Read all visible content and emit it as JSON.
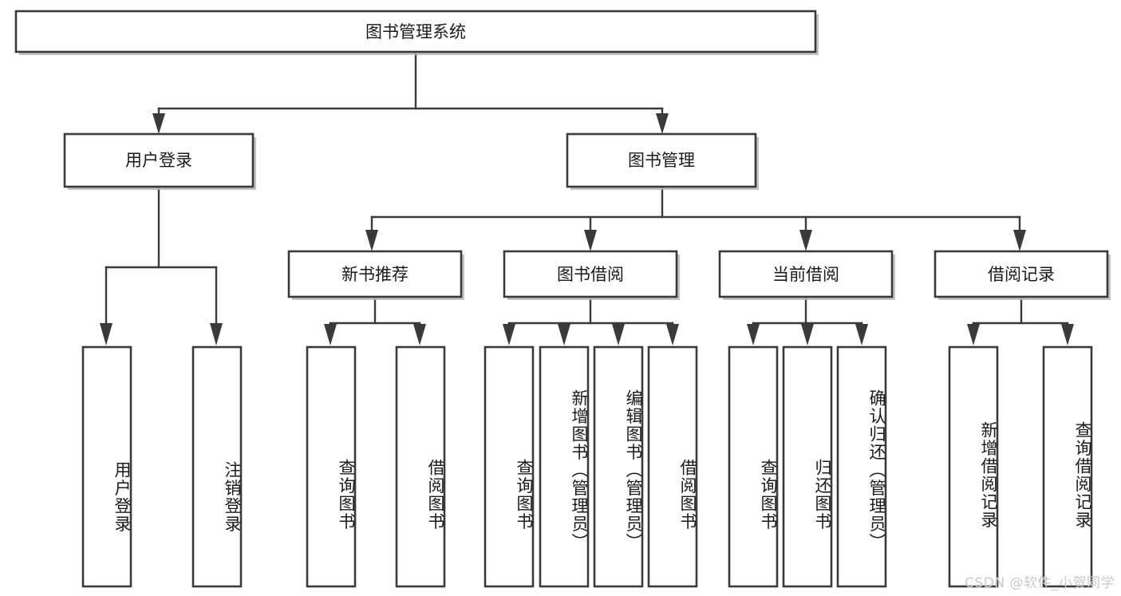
{
  "diagram": {
    "type": "tree-hierarchy",
    "title": "图书管理系统",
    "orientation": "top-down",
    "colors": {
      "box_stroke": "#3a3a3a",
      "box_fill": "#ffffff",
      "connector": "#3a3a3a",
      "text": "#1a1a1a",
      "watermark": "#c9c9c9",
      "background": "#ffffff"
    },
    "root": {
      "id": "root",
      "label": "图书管理系统"
    },
    "level2": [
      {
        "id": "n-user-login",
        "label": "用户登录"
      },
      {
        "id": "n-book-manage",
        "label": "图书管理"
      }
    ],
    "level3": [
      {
        "id": "n-new-book-rec",
        "label": "新书推荐",
        "parent": "n-book-manage"
      },
      {
        "id": "n-book-borrow",
        "label": "图书借阅",
        "parent": "n-book-manage"
      },
      {
        "id": "n-current-borrow",
        "label": "当前借阅",
        "parent": "n-book-manage"
      },
      {
        "id": "n-borrow-record",
        "label": "借阅记录",
        "parent": "n-book-manage"
      }
    ],
    "leaves": [
      {
        "id": "leaf-user-login",
        "label": "用户登录",
        "parent": "n-user-login"
      },
      {
        "id": "leaf-logout-login",
        "label": "注销登录",
        "parent": "n-user-login"
      },
      {
        "id": "leaf-query-book-1",
        "label": "查询图书",
        "parent": "n-new-book-rec"
      },
      {
        "id": "leaf-borrow-book-1",
        "label": "借阅图书",
        "parent": "n-new-book-rec"
      },
      {
        "id": "leaf-query-book-2",
        "label": "查询图书",
        "parent": "n-book-borrow"
      },
      {
        "id": "leaf-add-book",
        "label": "新增图书（管理员）",
        "parent": "n-book-borrow"
      },
      {
        "id": "leaf-edit-book",
        "label": "编辑图书（管理员）",
        "parent": "n-book-borrow"
      },
      {
        "id": "leaf-borrow-book-2",
        "label": "借阅图书",
        "parent": "n-book-borrow"
      },
      {
        "id": "leaf-query-book-3",
        "label": "查询图书",
        "parent": "n-current-borrow"
      },
      {
        "id": "leaf-return-book",
        "label": "归还图书",
        "parent": "n-current-borrow"
      },
      {
        "id": "leaf-confirm-return",
        "label": "确认归还（管理员）",
        "parent": "n-current-borrow"
      },
      {
        "id": "leaf-add-record",
        "label": "新增借阅记录",
        "parent": "n-borrow-record"
      },
      {
        "id": "leaf-query-record",
        "label": "查询借阅记录",
        "parent": "n-borrow-record"
      }
    ],
    "watermark": "CSDN @软件_小贺同学"
  }
}
